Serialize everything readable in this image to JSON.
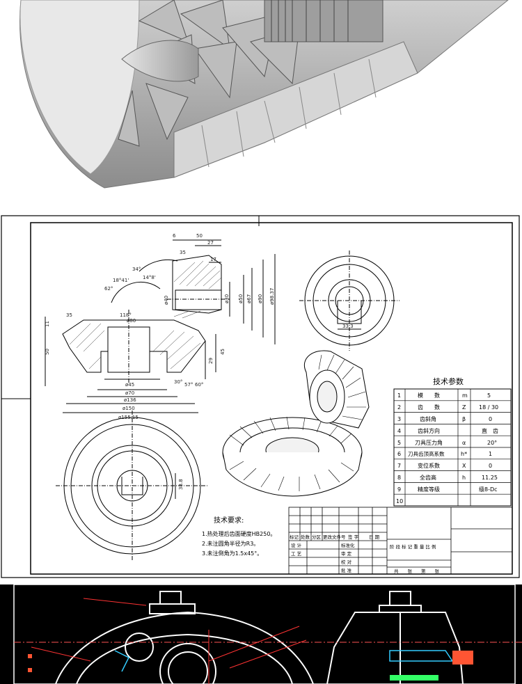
{
  "dims": {
    "d6": "6",
    "d50": "50",
    "d27": "27",
    "d35": "35",
    "d17": "17",
    "d30": "ø30",
    "d50b": "ø50",
    "d67": "ø67",
    "d90": "ø90",
    "d98": "ø98.37",
    "d40": "ø40",
    "d80": "ø80",
    "d45": "ø45",
    "d70": "ø70",
    "d136": "ø136",
    "d150": "ø150",
    "d155": "ø155.15",
    "a34": "34°",
    "a14": "14°8'",
    "a62": "62°",
    "a18": "18°41'",
    "a118": "118°",
    "a30": "30°",
    "a57": "57°",
    "a60": "60°",
    "l11": "11",
    "l35": "35",
    "l50": "50",
    "l29": "29",
    "l45": "45",
    "l33": "33.3",
    "l38": "38.8"
  },
  "tech_params": {
    "title": "技术参数",
    "rows": [
      {
        "no": "1",
        "name": "模　　数",
        "sym": "m",
        "val": "5"
      },
      {
        "no": "2",
        "name": "齿　　数",
        "sym": "Z",
        "val": "18 / 30"
      },
      {
        "no": "3",
        "name": "齿斜角",
        "sym": "β",
        "val": "0"
      },
      {
        "no": "4",
        "name": "齿斜方向",
        "sym": "",
        "val": "直　齿"
      },
      {
        "no": "5",
        "name": "刀具压力角",
        "sym": "α",
        "val": "20°"
      },
      {
        "no": "6",
        "name": "刀具齿顶高系数",
        "sym": "h*",
        "val": "1"
      },
      {
        "no": "7",
        "name": "变位系数",
        "sym": "X",
        "val": "0"
      },
      {
        "no": "8",
        "name": "全齿高",
        "sym": "h",
        "val": "11.25"
      },
      {
        "no": "9",
        "name": "精度等级",
        "sym": "",
        "val": "级8-Dc"
      },
      {
        "no": "10",
        "name": "",
        "sym": "",
        "val": ""
      }
    ]
  },
  "requirements": {
    "title": "技术要求:",
    "items": [
      "1.热处理后齿面硬度HB250。",
      "2.未注圆角半径为R3。",
      "3.未注倒角为1.5x45°。"
    ]
  },
  "title_block": {
    "header": [
      "标记",
      "处数",
      "分区",
      "更改文件号",
      "签 字",
      "日 期"
    ],
    "left_rows": [
      "设 计",
      "工 艺"
    ],
    "mid_rows": [
      "标准化",
      "审 定",
      "校 对",
      "批 准"
    ],
    "right_header": "阶 段 标 记  重 量  比 例",
    "right_footer": "共　　张　　第　　张"
  }
}
